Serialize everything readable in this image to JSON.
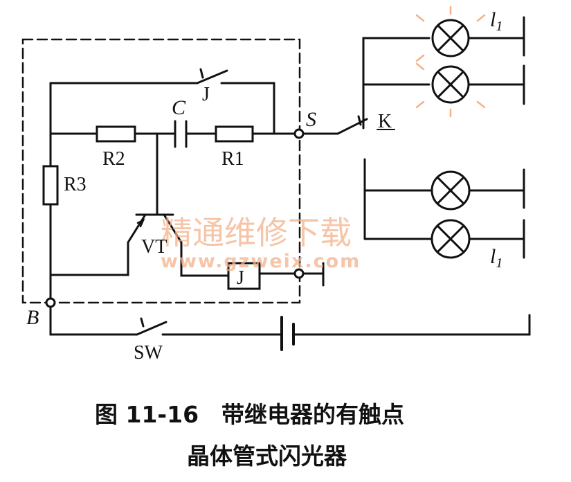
{
  "labels": {
    "J_top": "J",
    "C": "C",
    "R2": "R2",
    "R1": "R1",
    "R3": "R3",
    "S": "S",
    "K": "K",
    "VT": "VT",
    "J_coil": "J",
    "B": "B",
    "SW": "SW",
    "l1_top": "l",
    "l1_top_sub": "1",
    "l1_bottom": "l",
    "l1_bottom_sub": "1"
  },
  "watermark": {
    "title": "精通维修下载",
    "url": "www.gzweix.com"
  },
  "caption": {
    "line1": "图 11-16　带继电器的有触点",
    "line2": "晶体管式闪光器"
  },
  "colors": {
    "line": "#111111",
    "watermark": "#f4b28a",
    "lamp_glow": "#f4b28a"
  }
}
